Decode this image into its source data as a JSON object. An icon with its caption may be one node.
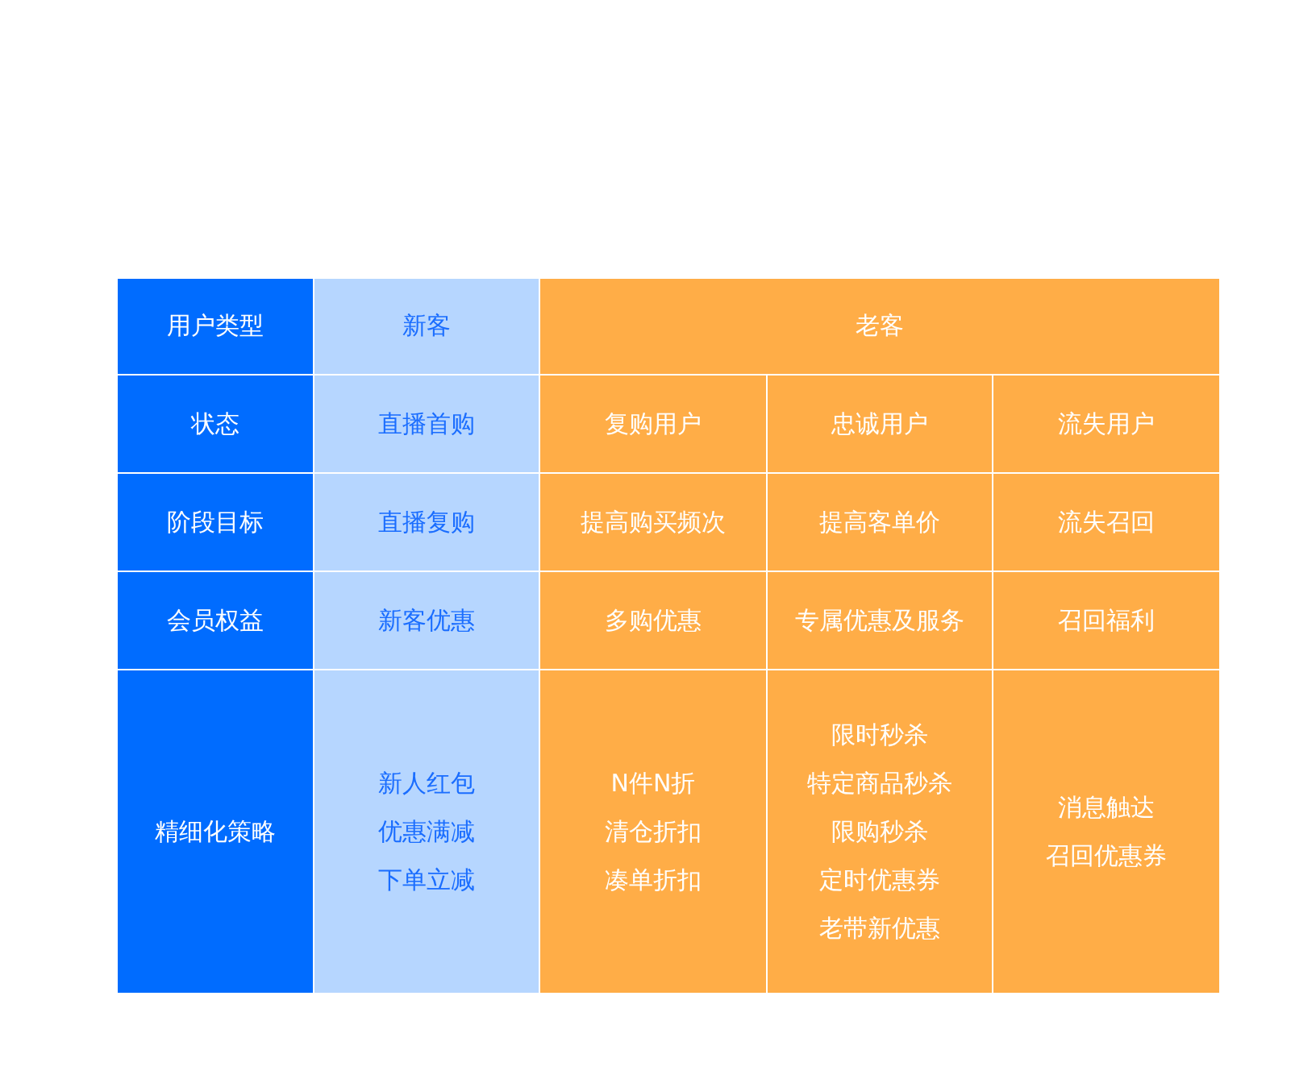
{
  "diagram": {
    "labels": [
      "用户类型",
      "新客",
      "老客",
      "状态",
      "直播首购",
      "复购用户",
      "忠诚用户",
      "流失用户",
      "阶段目标",
      "直播复购",
      "提高购买频次",
      "提高客单价",
      "流失召回",
      "会员权益",
      "新客优惠",
      "多购优惠",
      "专属优惠及服务",
      "召回福利",
      "精细化策略",
      "新人红包",
      "优惠满减",
      "下单立减",
      "N件N折",
      "清仓折扣",
      "凑单折扣",
      "限时秒杀",
      "特定商品秒杀",
      "限购秒杀",
      "定时优惠券",
      "老带新优惠",
      "消息触达",
      "召回优惠券"
    ]
  }
}
